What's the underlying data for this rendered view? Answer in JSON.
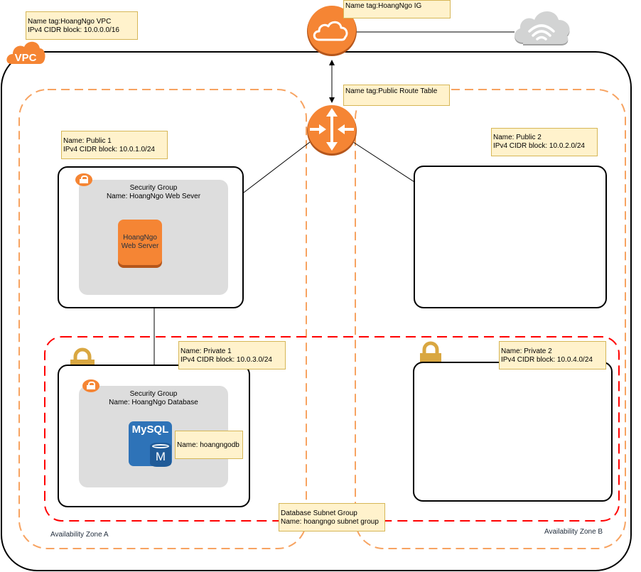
{
  "diagram": {
    "vpc": {
      "badge_label": "VPC",
      "note_lines": [
        "Name tag:HoangNgo VPC",
        "IPv4 CIDR block: 10.0.0.0/16"
      ],
      "color": "#f58534"
    },
    "internet_gateway": {
      "note_lines": [
        "Name tag:HoangNgo IG"
      ],
      "icon": "cloud-icon",
      "color": "#f58534"
    },
    "internet": {
      "icon": "internet-cloud-wifi-icon",
      "color": "#d2d3d3"
    },
    "route_table": {
      "note_lines": [
        "Name tag:Public Route Table"
      ],
      "icon": "router-icon",
      "color": "#f58534"
    },
    "availability_zones": [
      {
        "label": "Availability Zone A",
        "border_color": "#f7a361"
      },
      {
        "label": "Availability Zone B",
        "border_color": "#f7a361"
      }
    ],
    "public_subnets": [
      {
        "note_lines": [
          "Name: Public 1",
          "IPv4 CIDR block: 10.0.1.0/24"
        ],
        "security_group": {
          "title_lines": [
            "Security Group",
            "Name: HoangNgo Web Sever"
          ],
          "instance_lines": [
            "HoangNgo",
            "Web Server"
          ]
        }
      },
      {
        "note_lines": [
          "Name: Public 2",
          "IPv4 CIDR block: 10.0.2.0/24"
        ]
      }
    ],
    "private_subnets": [
      {
        "note_lines": [
          "Name: Private 1",
          "IPv4 CIDR block: 10.0.3.0/24"
        ],
        "security_group": {
          "title_lines": [
            "Security Group",
            "Name: HoangNgo Database"
          ],
          "db_label": "MySQL",
          "db_letter": "M",
          "db_note": "Name: hoangngodb"
        }
      },
      {
        "note_lines": [
          "Name: Private 2",
          "IPv4 CIDR block: 10.0.4.0/24"
        ]
      }
    ],
    "db_subnet_group": {
      "note_lines": [
        "Database Subnet Group",
        "Name: hoangngo subnet group"
      ],
      "border_color": "#ff0000"
    },
    "note_colors": {
      "fill": "#fff2cc",
      "border": "#d6b656"
    },
    "lock_color": "#d9a741"
  }
}
